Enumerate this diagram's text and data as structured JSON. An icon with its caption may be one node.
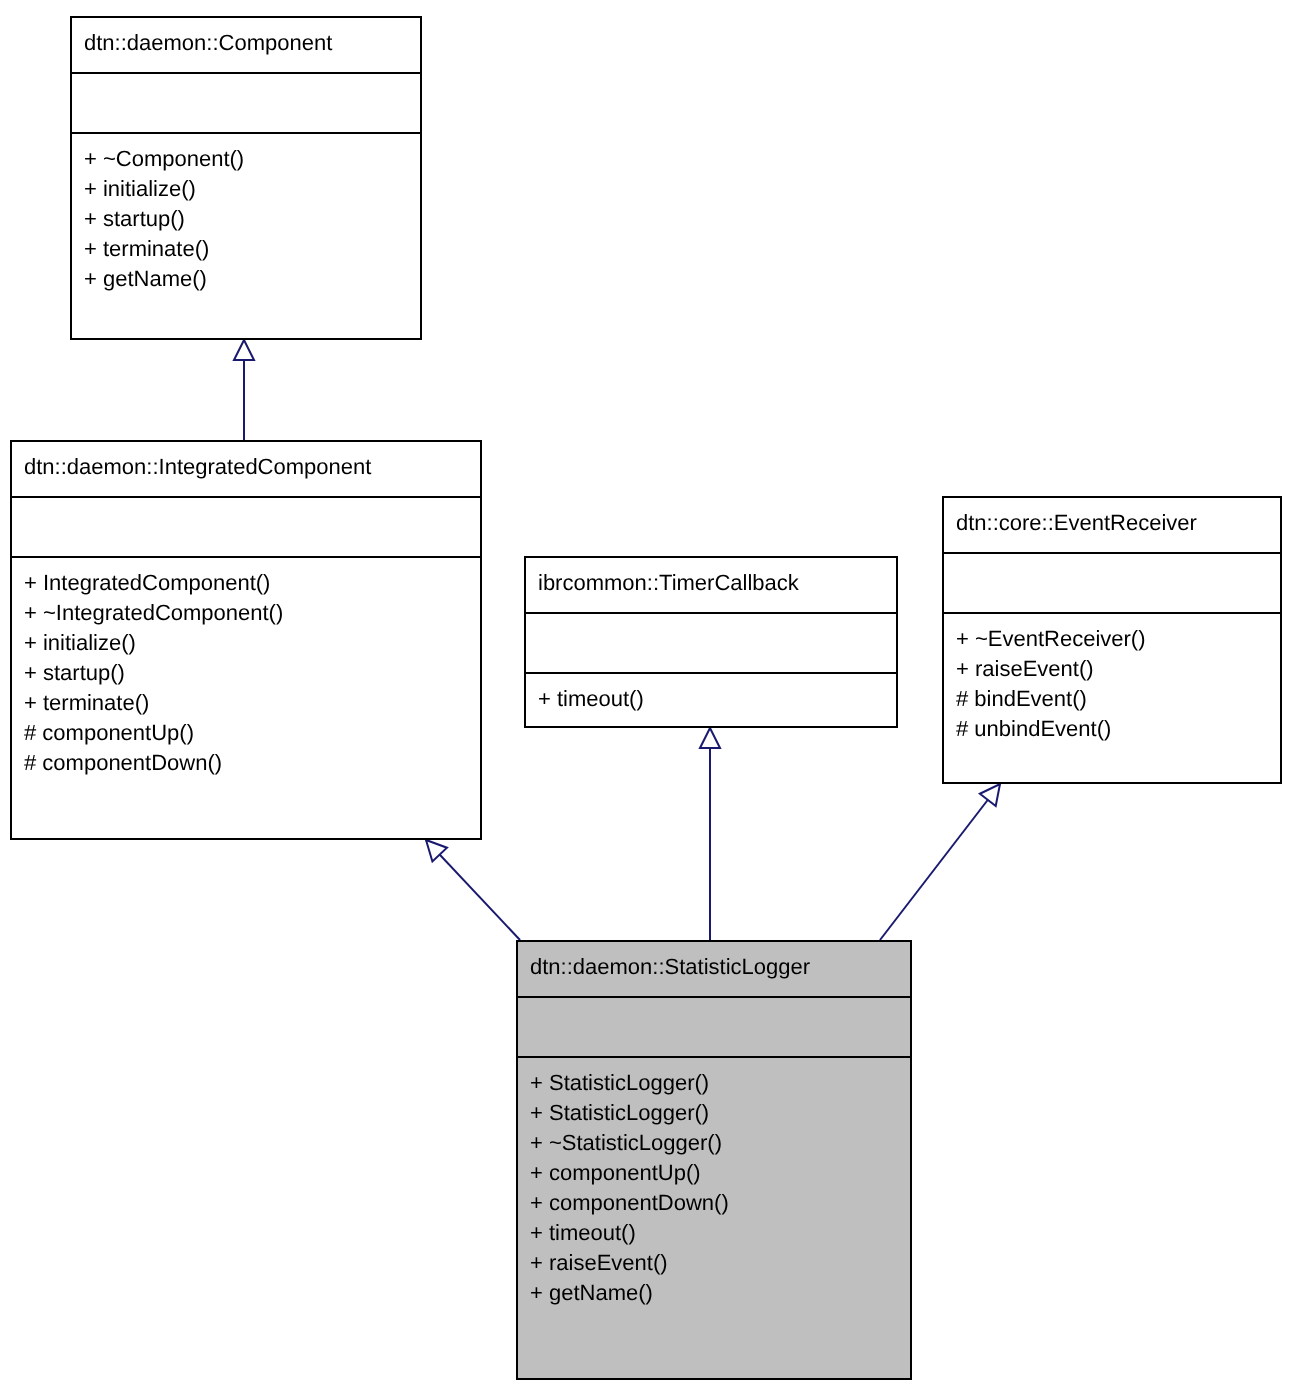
{
  "diagram": {
    "nodes": [
      {
        "text": [
          "dtn::daemon::Component",
          "+ ~Component()",
          "+ initialize()",
          "+ startup()",
          "+ terminate()",
          "+ getName()"
        ]
      },
      {
        "text": [
          "dtn::daemon::IntegratedComponent",
          "+ IntegratedComponent()",
          "+ ~IntegratedComponent()",
          "+ initialize()",
          "+ startup()",
          "+ terminate()",
          "# componentUp()",
          "# componentDown()"
        ]
      },
      {
        "text": [
          "ibrcommon::TimerCallback",
          "+ timeout()"
        ]
      },
      {
        "text": [
          "dtn::core::EventReceiver",
          "+ ~EventReceiver()",
          "+ raiseEvent()",
          "# bindEvent()",
          "# unbindEvent()"
        ]
      },
      {
        "text": [
          "dtn::daemon::StatisticLogger",
          "+ StatisticLogger()",
          "+ StatisticLogger()",
          "+ ~StatisticLogger()",
          "+ componentUp()",
          "+ componentDown()",
          "+ timeout()",
          "+ raiseEvent()",
          "+ getName()"
        ]
      }
    ],
    "edges": [
      {
        "from": 1,
        "to": 0,
        "arrow": "to",
        "color": "#191970"
      },
      {
        "from": 4,
        "to": 1,
        "arrow": "to",
        "color": "#191970"
      },
      {
        "from": 4,
        "to": 2,
        "arrow": "to",
        "color": "#191970"
      },
      {
        "from": 4,
        "to": 3,
        "arrow": "to",
        "color": "#191970"
      }
    ]
  }
}
